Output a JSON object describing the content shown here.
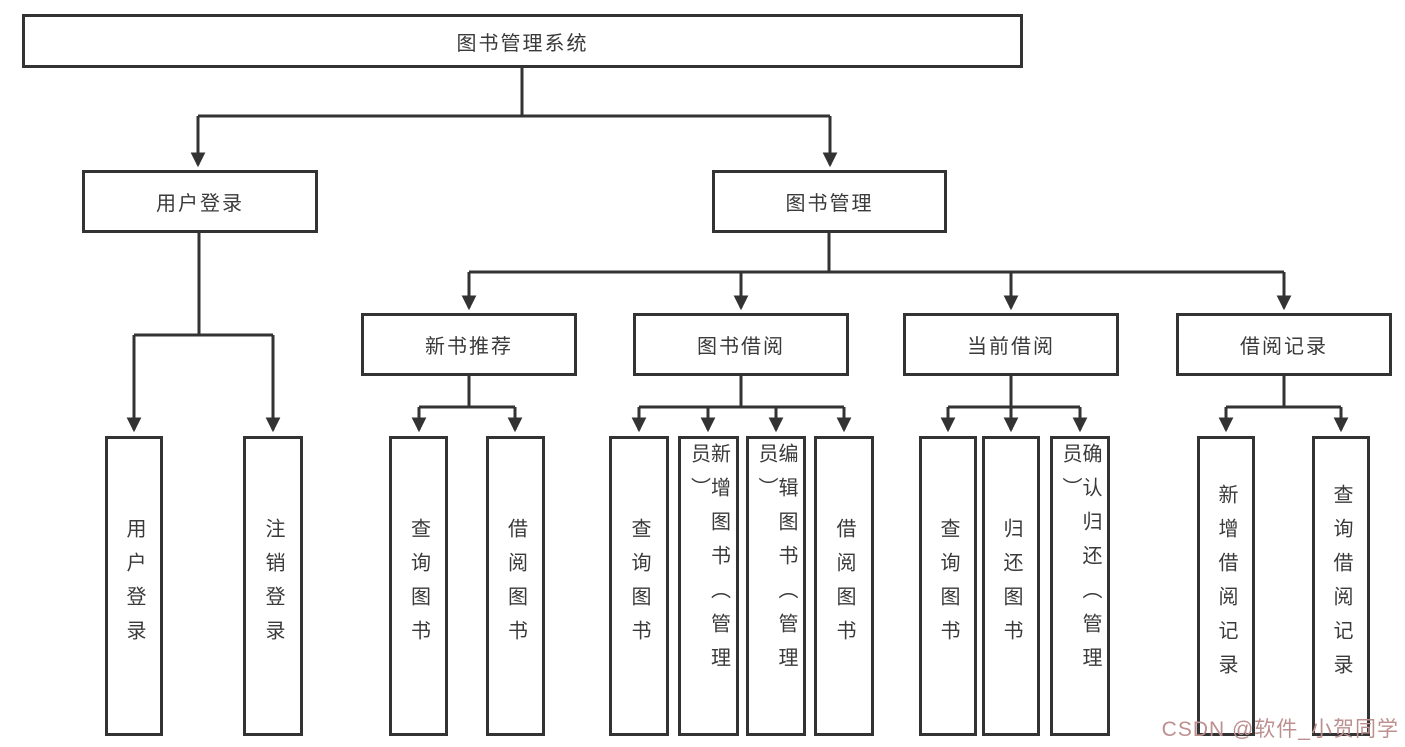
{
  "diagram": {
    "root": {
      "label": "图书管理系统"
    },
    "branches": [
      {
        "label": "用户登录",
        "children": [
          {
            "label": "用户登录"
          },
          {
            "label": "注销登录"
          }
        ]
      },
      {
        "label": "图书管理",
        "children": [
          {
            "label": "新书推荐",
            "children": [
              {
                "label": "查询图书"
              },
              {
                "label": "借阅图书"
              }
            ]
          },
          {
            "label": "图书借阅",
            "children": [
              {
                "label": "查询图书"
              },
              {
                "label": "新增图书（管理员）"
              },
              {
                "label": "编辑图书（管理员）"
              },
              {
                "label": "借阅图书"
              }
            ]
          },
          {
            "label": "当前借阅",
            "children": [
              {
                "label": "查询图书"
              },
              {
                "label": "归还图书"
              },
              {
                "label": "确认归还（管理员）"
              }
            ]
          },
          {
            "label": "借阅记录",
            "children": [
              {
                "label": "新增借阅记录"
              },
              {
                "label": "查询借阅记录"
              }
            ]
          }
        ]
      }
    ]
  },
  "watermark": {
    "text": "CSDN @软件_小贺同学"
  },
  "colors": {
    "line": "#333333",
    "text": "#3a3a3a",
    "background": "#ffffff",
    "watermark": "#bd8f8f"
  }
}
